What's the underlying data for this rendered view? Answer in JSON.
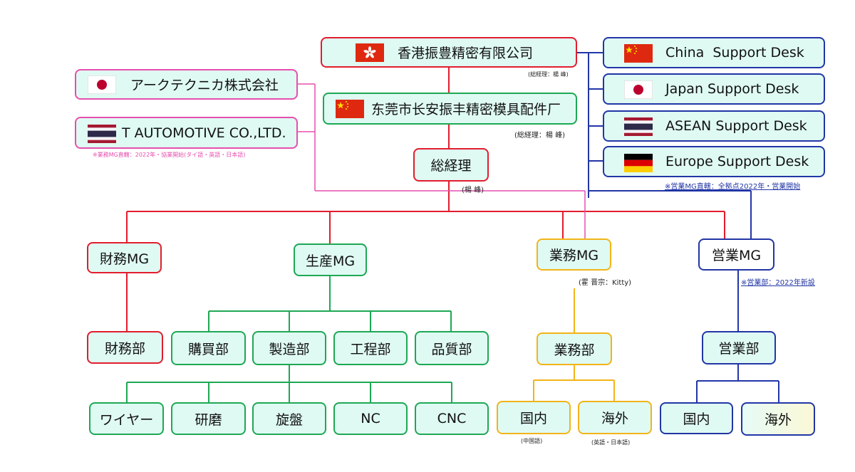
{
  "hq_hk": "香港振豊精密有限公司",
  "hq_hk_note": "(総経理：楊 峰)",
  "dongguan": "东莞市长安振丰精密模具配件厂",
  "dongguan_note": "(総経理：楊 峰)",
  "gm": "総経理",
  "gm_note": "(楊 峰)",
  "arctec": "アークテクニカ株式会社",
  "t_auto": "T AUTOMOTIVE CO.,LTD.",
  "pink_note": "※業務MG直轄：2022年・協業開始(タイ語・英語・日本語)",
  "support": {
    "china": "China  Support Desk",
    "japan": "Japan Support Desk",
    "asean": "ASEAN Support Desk",
    "europe": "Europe Support Desk"
  },
  "support_note": "※営業MG直轄：全拠点2022年・営業開始",
  "mg": {
    "finance": "財務MG",
    "production": "生産MG",
    "business": "業務MG",
    "sales": "営業MG"
  },
  "business_mg_note": "(霍 晋宗：Kitty)",
  "sales_mg_note": "※営業部：2022年新設",
  "dept": {
    "finance": "財務部",
    "purchase": "購買部",
    "manufacturing": "製造部",
    "engineering": "工程部",
    "quality": "品質部",
    "business": "業務部",
    "sales": "営業部"
  },
  "sub": {
    "wire": "ワイヤー",
    "grinding": "研磨",
    "lathe": "旋盤",
    "nc": "NC",
    "cnc": "CNC",
    "b_domestic": "国内",
    "b_overseas": "海外",
    "s_domestic": "国内",
    "s_overseas": "海外"
  },
  "b_domestic_note": "(中国語)",
  "b_overseas_note": "(英語・日本語)",
  "colors": {
    "red": "#e21d2d",
    "green": "#1ea854",
    "blue": "#2236a6",
    "orange": "#f2b418",
    "pink": "#e64fae"
  },
  "flags": [
    "hong-kong-flag-icon",
    "china-flag-icon",
    "japan-flag-icon",
    "thailand-flag-icon",
    "germany-flag-icon"
  ]
}
